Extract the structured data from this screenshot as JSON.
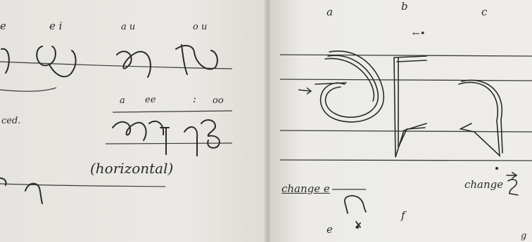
{
  "left_page": {
    "vowel_labels_top": [
      "e",
      "e i",
      "a u",
      "o u"
    ],
    "vowel_labels_mid": [
      "a",
      "ee",
      ":",
      "oo"
    ],
    "fragment_text": "ced.",
    "note_text": "(horizontal)"
  },
  "right_page": {
    "stroke_labels": [
      "a",
      "b",
      "c"
    ],
    "start_marker": "←•",
    "change_right_label": "change",
    "change_left_label": "change e",
    "letter_e": "e",
    "letter_f": "f",
    "corner_letter": "g"
  },
  "ink_color": "#2a2a2a",
  "rule_color": "#3a3a3a"
}
